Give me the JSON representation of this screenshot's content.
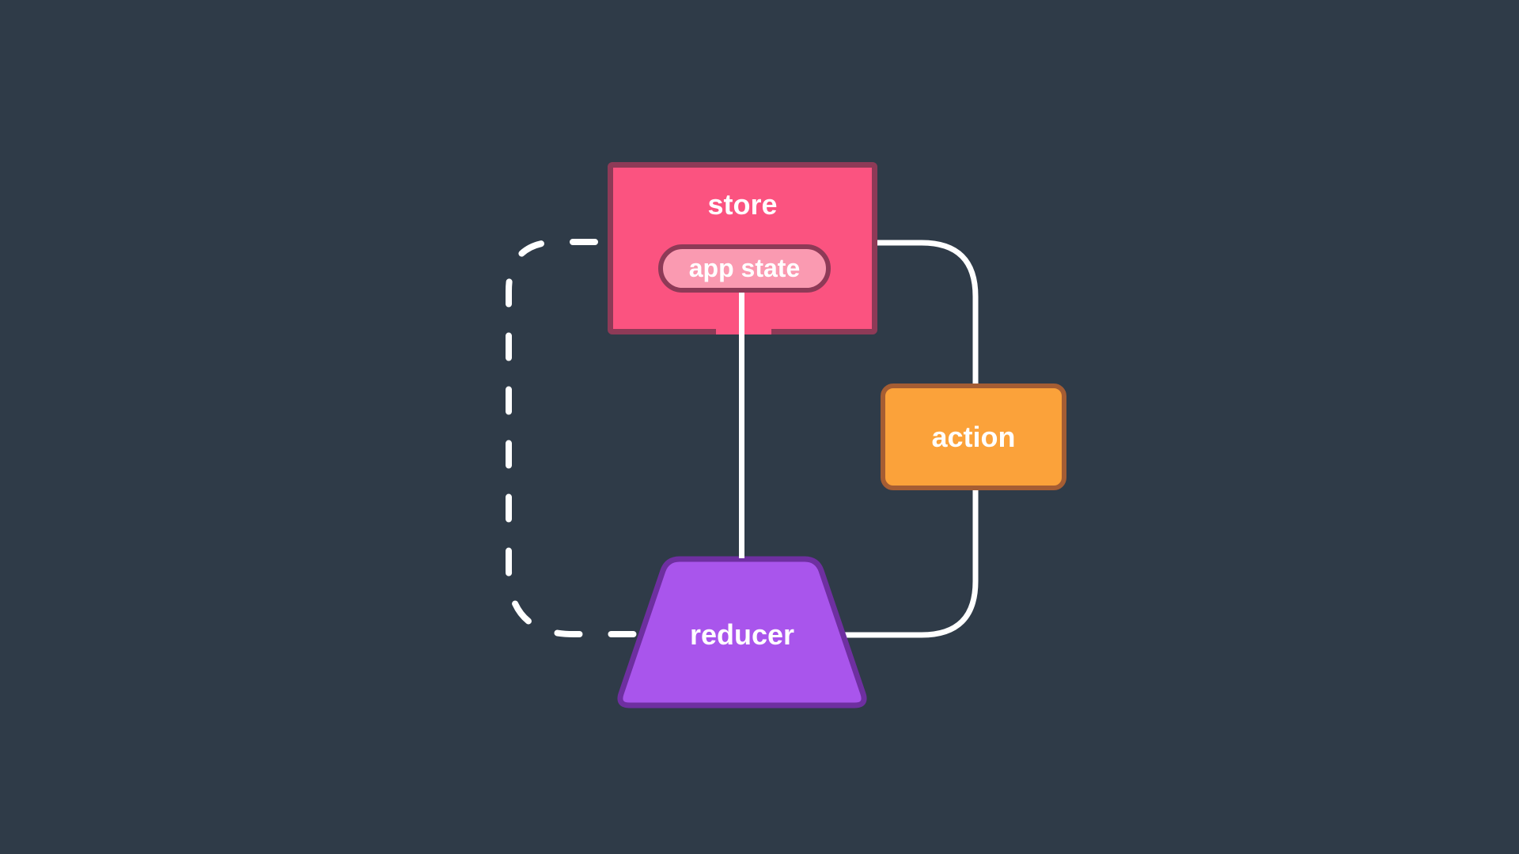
{
  "diagram": {
    "background": "#2f3b48",
    "connector_color": "#ffffff",
    "nodes": {
      "store": {
        "label": "store",
        "fill": "#fb5380",
        "border": "#8e3a57"
      },
      "app_state": {
        "label": "app state",
        "fill": "#fa9ab1",
        "border": "#8e3a57"
      },
      "action": {
        "label": "action",
        "fill": "#fba23a",
        "border": "#a55d33"
      },
      "reducer": {
        "label": "reducer",
        "fill": "#a955ec",
        "border": "#6e2fa0"
      }
    }
  }
}
